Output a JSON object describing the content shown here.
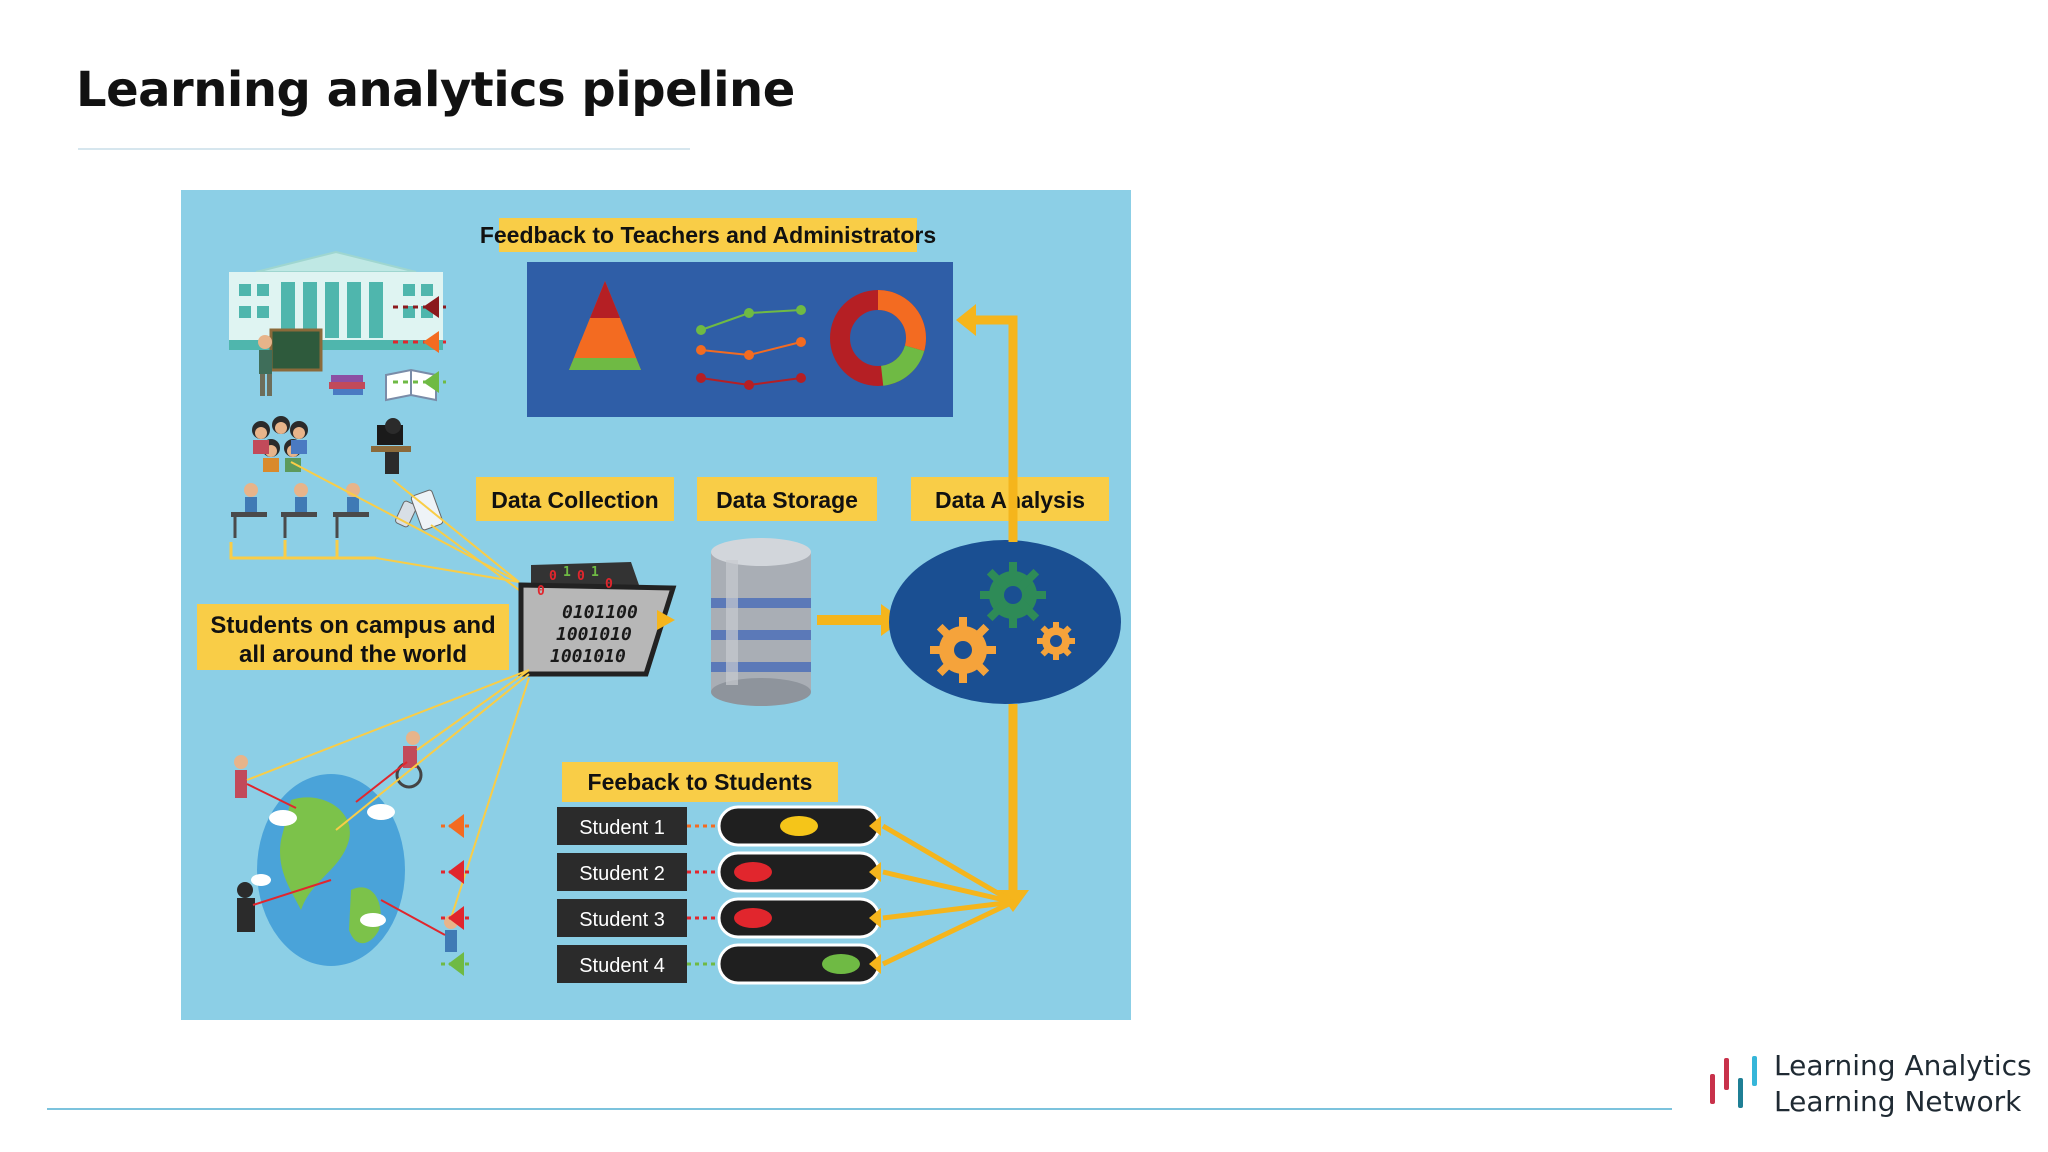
{
  "slide": {
    "title": "Learning analytics pipeline"
  },
  "figure": {
    "labels": {
      "feedback_teachers": "Feedback to Teachers and Administrators",
      "data_collection": "Data Collection",
      "data_storage": "Data Storage",
      "data_analysis": "Data Analysis",
      "students_line1": "Students on campus and",
      "students_line2": "all around the world",
      "feedback_students": "Feeback to Students"
    },
    "binary_lines": [
      "0101100",
      "1001010",
      "1001010"
    ],
    "students": [
      {
        "label": "Student 1",
        "light": "yellow"
      },
      {
        "label": "Student 2",
        "light": "red"
      },
      {
        "label": "Student 3",
        "light": "red"
      },
      {
        "label": "Student 4",
        "light": "green"
      }
    ],
    "colors": {
      "background": "#8ccfe6",
      "label_fill": "#f9cd47",
      "arrow": "#f5b51c",
      "dashboard": "#2f5ea7",
      "analysis_oval": "#1a4f92",
      "red": "#e1262d",
      "orange": "#f36b21",
      "green": "#6fba44",
      "yellow": "#f5c519"
    }
  },
  "footer": {
    "logo_line1": "Learning Analytics",
    "logo_line2": "Learning Network",
    "logo_bar_colors": [
      "#c8314a",
      "#7a7f86",
      "#1f7f95",
      "#36b6d9"
    ]
  }
}
